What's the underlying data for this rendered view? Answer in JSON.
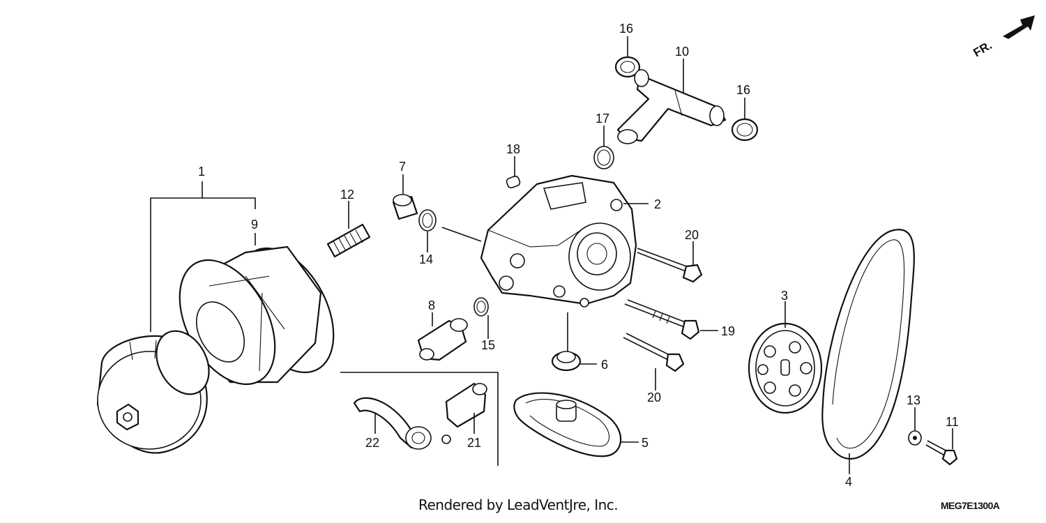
{
  "direction_label": "FR.",
  "callouts": {
    "c1": "1",
    "c2": "2",
    "c3": "3",
    "c4": "4",
    "c5": "5",
    "c6": "6",
    "c7": "7",
    "c8": "8",
    "c9": "9",
    "c10": "10",
    "c11": "11",
    "c12": "12",
    "c13": "13",
    "c14": "14",
    "c15": "15",
    "c16a": "16",
    "c16b": "16",
    "c17": "17",
    "c18": "18",
    "c19": "19",
    "c20a": "20",
    "c20b": "20",
    "c21": "21",
    "c22": "22"
  },
  "footer": {
    "credit": "Rendered by LeadVentJre, Inc.",
    "diagram_code": "MEG7E1300A"
  }
}
